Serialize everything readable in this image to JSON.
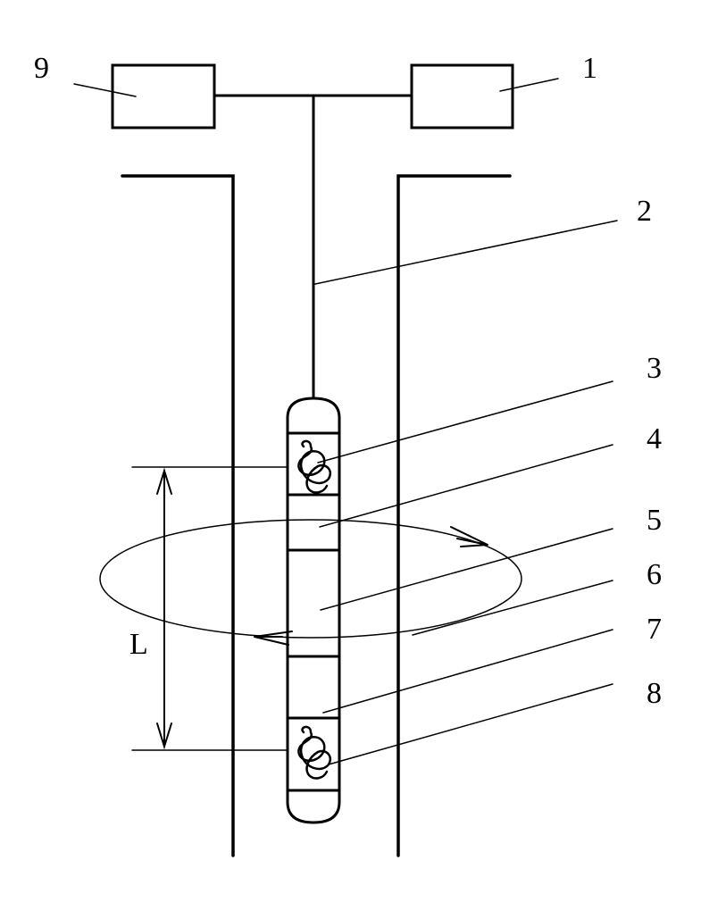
{
  "labels": {
    "n1": "1",
    "n2": "2",
    "n3": "3",
    "n4": "4",
    "n5": "5",
    "n6": "6",
    "n7": "7",
    "n8": "8",
    "n9": "9",
    "span": "L"
  },
  "colors": {
    "line": "#000000",
    "background": "#ffffff"
  }
}
